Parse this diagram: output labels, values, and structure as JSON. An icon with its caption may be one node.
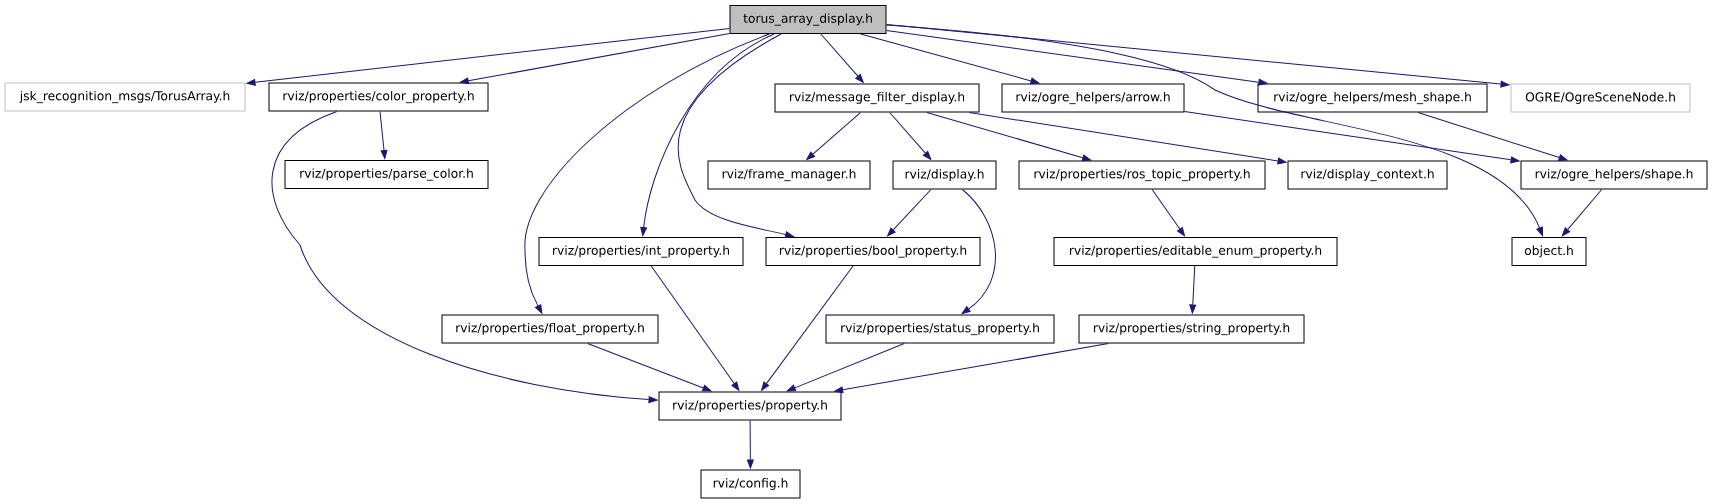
{
  "diagram": {
    "nodes": [
      {
        "text": [
          "torus_array_display.h"
        ]
      },
      {
        "text": [
          "jsk_recognition_msgs/TorusArray.h"
        ]
      },
      {
        "text": [
          "rviz/properties/color_property.h"
        ]
      },
      {
        "text": [
          "rviz/message_filter_display.h"
        ]
      },
      {
        "text": [
          "rviz/ogre_helpers/arrow.h"
        ]
      },
      {
        "text": [
          "rviz/ogre_helpers/mesh_shape.h"
        ]
      },
      {
        "text": [
          "OGRE/OgreSceneNode.h"
        ]
      },
      {
        "text": [
          "rviz/properties/parse_color.h"
        ]
      },
      {
        "text": [
          "rviz/frame_manager.h"
        ]
      },
      {
        "text": [
          "rviz/display.h"
        ]
      },
      {
        "text": [
          "rviz/properties/ros_topic_property.h"
        ]
      },
      {
        "text": [
          "rviz/display_context.h"
        ]
      },
      {
        "text": [
          "rviz/ogre_helpers/shape.h"
        ]
      },
      {
        "text": [
          "rviz/properties/int_property.h"
        ]
      },
      {
        "text": [
          "rviz/properties/bool_property.h"
        ]
      },
      {
        "text": [
          "rviz/properties/editable_enum_property.h"
        ]
      },
      {
        "text": [
          "object.h"
        ]
      },
      {
        "text": [
          "rviz/properties/float_property.h"
        ]
      },
      {
        "text": [
          "rviz/properties/status_property.h"
        ]
      },
      {
        "text": [
          "rviz/properties/string_property.h"
        ]
      },
      {
        "text": [
          "rviz/properties/property.h"
        ]
      },
      {
        "text": [
          "rviz/config.h"
        ]
      }
    ],
    "edges": [
      {
        "from": 0,
        "to": 1,
        "arrow": "to"
      },
      {
        "from": 0,
        "to": 2,
        "arrow": "to"
      },
      {
        "from": 0,
        "to": 17,
        "arrow": "to"
      },
      {
        "from": 0,
        "to": 13,
        "arrow": "to"
      },
      {
        "from": 0,
        "to": 14,
        "arrow": "to"
      },
      {
        "from": 0,
        "to": 3,
        "arrow": "to"
      },
      {
        "from": 0,
        "to": 4,
        "arrow": "to"
      },
      {
        "from": 0,
        "to": 5,
        "arrow": "to"
      },
      {
        "from": 0,
        "to": 6,
        "arrow": "to"
      },
      {
        "from": 0,
        "to": 16,
        "arrow": "to"
      },
      {
        "from": 2,
        "to": 7,
        "arrow": "to"
      },
      {
        "from": 2,
        "to": 20,
        "arrow": "to"
      },
      {
        "from": 3,
        "to": 8,
        "arrow": "to"
      },
      {
        "from": 3,
        "to": 9,
        "arrow": "to"
      },
      {
        "from": 3,
        "to": 10,
        "arrow": "to"
      },
      {
        "from": 3,
        "to": 11,
        "arrow": "to"
      },
      {
        "from": 4,
        "to": 12,
        "arrow": "to"
      },
      {
        "from": 5,
        "to": 12,
        "arrow": "to"
      },
      {
        "from": 9,
        "to": 14,
        "arrow": "to"
      },
      {
        "from": 9,
        "to": 18,
        "arrow": "to"
      },
      {
        "from": 10,
        "to": 15,
        "arrow": "to"
      },
      {
        "from": 12,
        "to": 16,
        "arrow": "to"
      },
      {
        "from": 13,
        "to": 20,
        "arrow": "to"
      },
      {
        "from": 14,
        "to": 20,
        "arrow": "to"
      },
      {
        "from": 15,
        "to": 19,
        "arrow": "to"
      },
      {
        "from": 17,
        "to": 20,
        "arrow": "to"
      },
      {
        "from": 18,
        "to": 20,
        "arrow": "to"
      },
      {
        "from": 19,
        "to": 20,
        "arrow": "to"
      },
      {
        "from": 20,
        "to": 21,
        "arrow": "to"
      }
    ]
  }
}
